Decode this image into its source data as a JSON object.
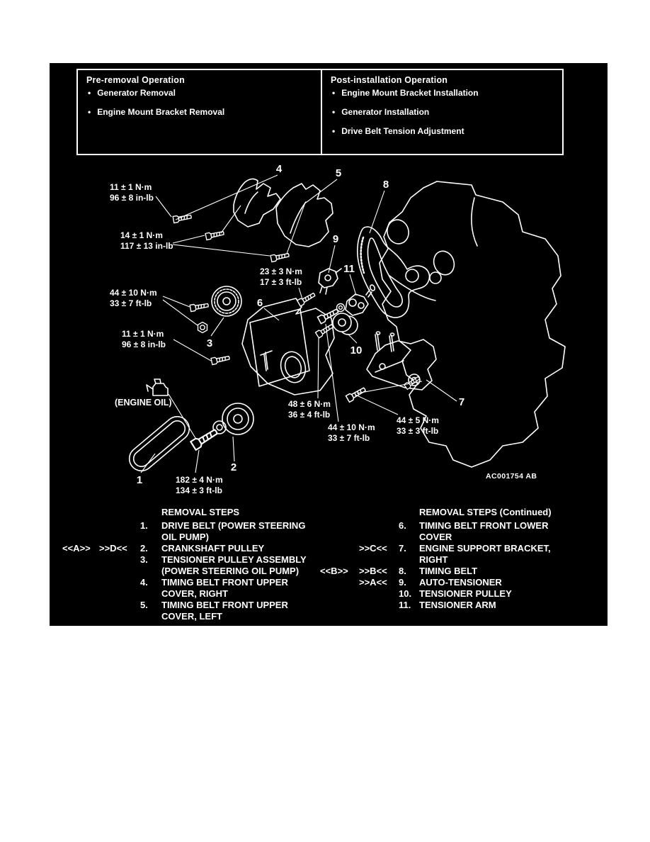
{
  "operations": {
    "pre": {
      "title": "Pre-removal Operation",
      "items": [
        "Generator Removal",
        "Engine Mount Bracket Removal"
      ]
    },
    "post": {
      "title": "Post-installation Operation",
      "items": [
        "Engine Mount Bracket Installation",
        "Generator Installation",
        "Drive Belt Tension Adjustment"
      ]
    }
  },
  "diagram": {
    "torques": [
      {
        "metric": "11 ± 1 N·m",
        "imperial": "96 ± 8 in-lb"
      },
      {
        "metric": "14 ± 1 N·m",
        "imperial": "117 ± 13 in-lb"
      },
      {
        "metric": "23 ± 3 N·m",
        "imperial": "17 ± 3 ft-lb"
      },
      {
        "metric": "44 ± 10 N·m",
        "imperial": "33 ± 7 ft-lb"
      },
      {
        "metric": "11 ± 1 N·m",
        "imperial": "96 ± 8 in-lb"
      },
      {
        "metric": "48 ± 6 N·m",
        "imperial": "36 ± 4 ft-lb"
      },
      {
        "metric": "44 ± 10 N·m",
        "imperial": "33 ± 7 ft-lb"
      },
      {
        "metric": "44 ± 5 N·m",
        "imperial": "33 ± 3 ft-lb"
      },
      {
        "metric": "182 ± 4 N·m",
        "imperial": "134 ± 3 ft-lb"
      }
    ],
    "engine_oil_label": "(ENGINE OIL)",
    "callouts": [
      "1",
      "2",
      "3",
      "4",
      "5",
      "6",
      "7",
      "8",
      "9",
      "10",
      "11"
    ],
    "figure_code": "AC001754 AB"
  },
  "removal_steps": {
    "left": {
      "title": "REMOVAL STEPS",
      "steps": [
        {
          "num": "1.",
          "text": "DRIVE BELT (POWER STEERING OIL PUMP)",
          "m1": "",
          "m2": ""
        },
        {
          "num": "2.",
          "text": "CRANKSHAFT PULLEY",
          "m1": "<<A>>",
          "m2": ">>D<<"
        },
        {
          "num": "3.",
          "text": "TENSIONER PULLEY ASSEMBLY (POWER STEERING OIL PUMP)",
          "m1": "",
          "m2": ""
        },
        {
          "num": "4.",
          "text": "TIMING BELT FRONT UPPER COVER, RIGHT",
          "m1": "",
          "m2": ""
        },
        {
          "num": "5.",
          "text": "TIMING BELT FRONT UPPER COVER, LEFT",
          "m1": "",
          "m2": ""
        }
      ]
    },
    "right": {
      "title": "REMOVAL STEPS (Continued)",
      "steps": [
        {
          "num": "6.",
          "text": "TIMING BELT FRONT LOWER COVER",
          "m1": "",
          "m2": ""
        },
        {
          "num": "7.",
          "text": "ENGINE SUPPORT BRACKET, RIGHT",
          "m1": "",
          "m2": ">>C<<"
        },
        {
          "num": "8.",
          "text": "TIMING BELT",
          "m1": "<<B>>",
          "m2": ">>B<<"
        },
        {
          "num": "9.",
          "text": "AUTO-TENSIONER",
          "m1": "",
          "m2": ">>A<<"
        },
        {
          "num": "10.",
          "text": "TENSIONER PULLEY",
          "m1": "",
          "m2": ""
        },
        {
          "num": "11.",
          "text": "TENSIONER ARM",
          "m1": "",
          "m2": ""
        }
      ]
    }
  }
}
